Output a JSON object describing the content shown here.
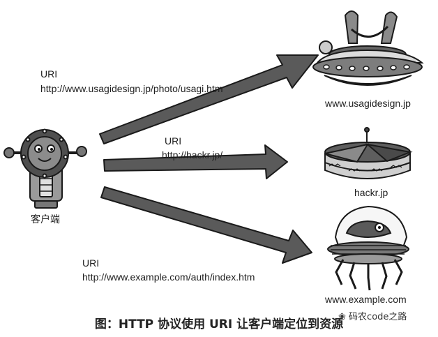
{
  "client": {
    "label": "客户端"
  },
  "requests": [
    {
      "uri_label": "URI",
      "uri": "http://www.usagidesign.jp/photo/usagi.htm",
      "server": "www.usagidesign.jp"
    },
    {
      "uri_label": "URI",
      "uri": "http://hackr.jp/",
      "server": "hackr.jp"
    },
    {
      "uri_label": "URI",
      "uri": "http://www.example.com/auth/index.htm",
      "server": "www.example.com"
    }
  ],
  "caption": "图：HTTP 协议使用 URI 让客户端定位到资源",
  "watermark": {
    "text": "码农code之路"
  }
}
